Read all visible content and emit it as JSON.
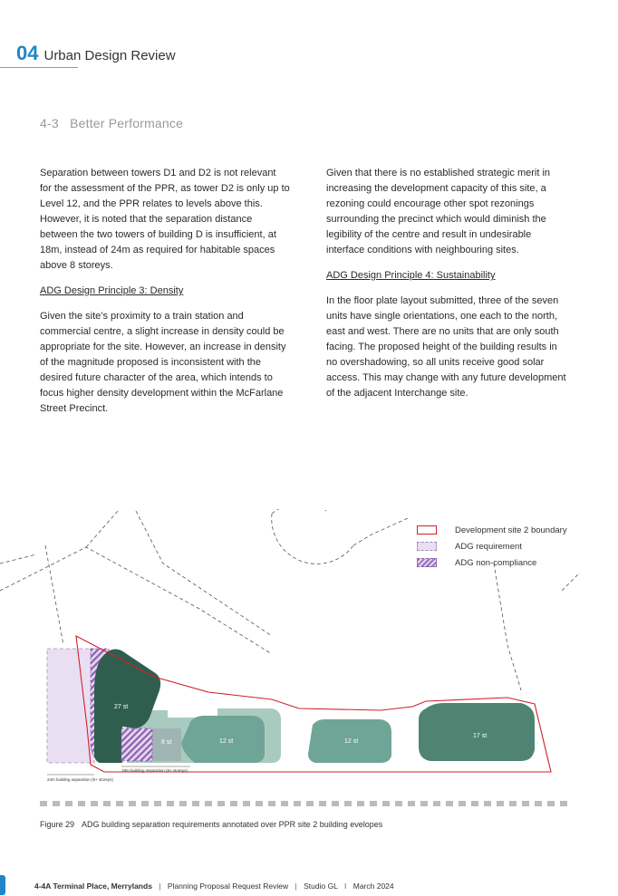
{
  "header": {
    "chapter_number": "04",
    "chapter_title": "Urban Design Review"
  },
  "section": {
    "heading": "4-3   Better Performance"
  },
  "left_column": {
    "p1": "Separation between towers D1 and D2 is not relevant for the assessment of the PPR, as tower D2 is only up to Level 12, and the PPR relates to levels above this. However, it is noted that the separation distance between the two towers of building D is insufficient, at 18m, instead of 24m as required for habitable spaces above 8 storeys.",
    "subheading": "ADG Design Principle 3: Density",
    "p2": "Given the site’s proximity to a train station and commercial centre, a slight increase in density could be appropriate for the site. However, an increase in density of the magnitude proposed is inconsistent with the desired future character of the area, which intends to focus higher density development within the McFarlane Street Precinct."
  },
  "right_column": {
    "p1": "Given that there is no established strategic merit in increasing the development capacity of this site, a rezoning could encourage other spot rezonings surrounding the precinct which would diminish the legibility of the centre and result in undesirable interface conditions with neighbouring sites.",
    "subheading": "ADG Design Principle 4: Sustainability",
    "p2": "In the floor plate layout submitted, three of the seven units have single orientations, one each to the north, east and west. There are no units that are only south facing. The proposed height of the building results in no overshadowing, so all units receive good solar access. This may change with any future development of the adjacent Interchange site."
  },
  "figure": {
    "legend": [
      {
        "label": "Development site 2 boundary",
        "icon": "boundary-swatch"
      },
      {
        "label": "ADG requirement",
        "icon": "requirement-swatch"
      },
      {
        "label": "ADG non-compliance",
        "icon": "non-compliance-swatch"
      }
    ],
    "buildings": {
      "b27": "27 st",
      "b8": "8 st",
      "b12a": "12 st",
      "b12b": "12 st",
      "b17": "17 st"
    },
    "annotations": {
      "sep18": "18m building separation (9+ storeys)",
      "sep24": "24m building separation (9+ storeys)"
    },
    "colors": {
      "boundary": "#d0202a",
      "tower_dark": "#2f5e4f",
      "building_mid": "#6fa596",
      "building_light": "#a9cbbf",
      "requirement": "#eadff2",
      "non_compliance": "#9a6fc0"
    }
  },
  "caption": {
    "label": "Figure 29",
    "text": "ADG building separation requirements annotated over PPR site 2  building evelopes"
  },
  "footer": {
    "project": "4-4A Terminal Place, Merrylands",
    "doc": "Planning Proposal Request Review",
    "studio": "Studio GL",
    "date": "March 2024"
  }
}
